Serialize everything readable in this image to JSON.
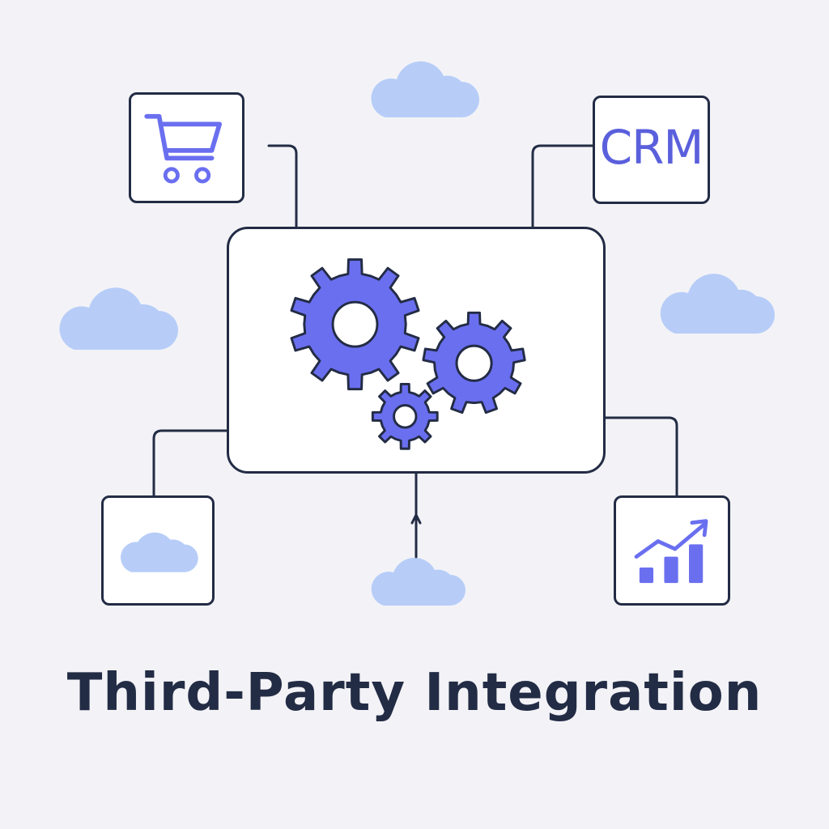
{
  "title": "Third-Party Integration",
  "nodes": {
    "top_left": {
      "icon": "shopping-cart-icon"
    },
    "top_right": {
      "icon": "crm-label",
      "label": "CRM"
    },
    "bottom_left": {
      "icon": "cloud-icon"
    },
    "bottom_right": {
      "icon": "growth-chart-icon"
    },
    "hub": {
      "icon": "gears-icon"
    }
  },
  "colors": {
    "background": "#f3f3f7",
    "outline": "#232c45",
    "accent": "#6a6ff0",
    "cloud": "#b7cdf8",
    "title": "#232c45"
  }
}
